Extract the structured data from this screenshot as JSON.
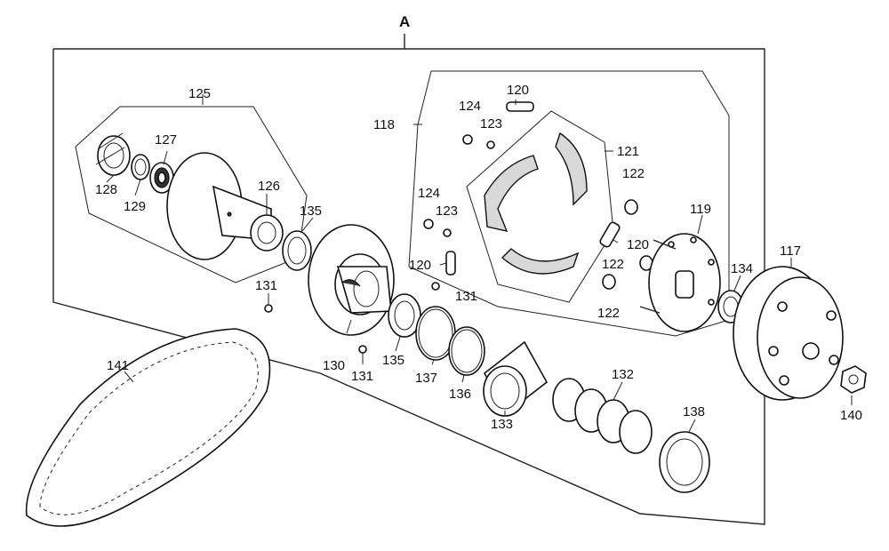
{
  "group_label": "A",
  "labels": {
    "p117": "117",
    "p118": "118",
    "p119": "119",
    "p120a": "120",
    "p120b": "120",
    "p120c": "120",
    "p121": "121",
    "p122a": "122",
    "p122b": "122",
    "p122c": "122",
    "p123a": "123",
    "p123b": "123",
    "p124a": "124",
    "p124b": "124",
    "p125": "125",
    "p126": "126",
    "p127": "127",
    "p128": "128",
    "p129": "129",
    "p130": "130",
    "p131a": "131",
    "p131b": "131",
    "p131c": "131",
    "p132": "132",
    "p133": "133",
    "p134": "134",
    "p135a": "135",
    "p135b": "135",
    "p136": "136",
    "p137": "137",
    "p138": "138",
    "p140": "140",
    "p141": "141"
  }
}
